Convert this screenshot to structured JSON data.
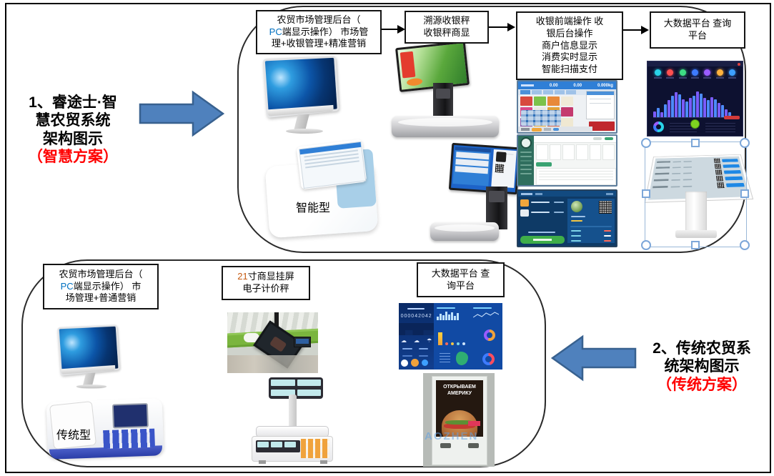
{
  "page": {
    "background": "#ffffff",
    "frame_color": "#000000"
  },
  "colors": {
    "accent_arrow_fill": "#4f81bd",
    "accent_arrow_stroke": "#38618f",
    "red_text": "#ff0000",
    "pc_blue": "#0070c0",
    "size_orange": "#c55a11",
    "selection_handle": "#7da7d9",
    "rotate_handle_green": "#7ed321"
  },
  "smart_flow": {
    "title_black": "1、睿途士·智\n慧农贸系统\n架构图示",
    "title_red": "（智慧方案）",
    "boxes": {
      "backend": {
        "seg1": "农贸市场管理后台（\n",
        "pc": "PC",
        "seg2": "端显示操作） 市场管\n理+收银管理+精准营销"
      },
      "scale": "溯源收银秤\n收银秤商显",
      "cashier": "收银前端操作  收\n银后台操作\n商户信息显示\n消费实时显示\n智能扫描支付",
      "bigdata": "大数据平台 查询\n平台"
    },
    "device_label": "智能型",
    "pos_header_values": [
      "0.00",
      "0.00",
      "0.000kg"
    ]
  },
  "traditional_flow": {
    "title_black": "2、传统农贸系\n统架构图示",
    "title_red": "（传统方案）",
    "boxes": {
      "backend": {
        "seg1": "农贸市场管理后台（\n",
        "pc": "PC",
        "seg2": "端显示操作）  市\n场管理+普通营销"
      },
      "scale": {
        "num": "21",
        "rest": "寸商显挂屏\n电子计价秤"
      },
      "bigdata": "大数据平台 查\n询平台"
    },
    "device_label": "传统型",
    "bigdata_screen_number": "000042042",
    "kiosk_poster_text": "ОТКРЫВАЕМ\nАМЕРИКУ",
    "watermark": "AOZHEN"
  },
  "artworks": {
    "stat_dots": [
      "#29d3e8",
      "#ff5050",
      "#3ddc84",
      "#3d7bff",
      "#9a5cff",
      "#ffb23d",
      "#3da0ff"
    ],
    "dashboard_bars": [
      22,
      35,
      18,
      48,
      62,
      78,
      92,
      84,
      66,
      58,
      72,
      80,
      95,
      88,
      70,
      62,
      74,
      66,
      52,
      44,
      30,
      18
    ],
    "pos_tiles": [
      "#d8493f",
      "#7cc24a",
      "#e8893a",
      "#f0ead8",
      "#d84a8a",
      "#e9e9e1",
      "#e2a23a",
      "#c43a6e",
      "#8a5aa8",
      "#f3b13c",
      "#d8684a",
      "#efe8d2"
    ]
  }
}
